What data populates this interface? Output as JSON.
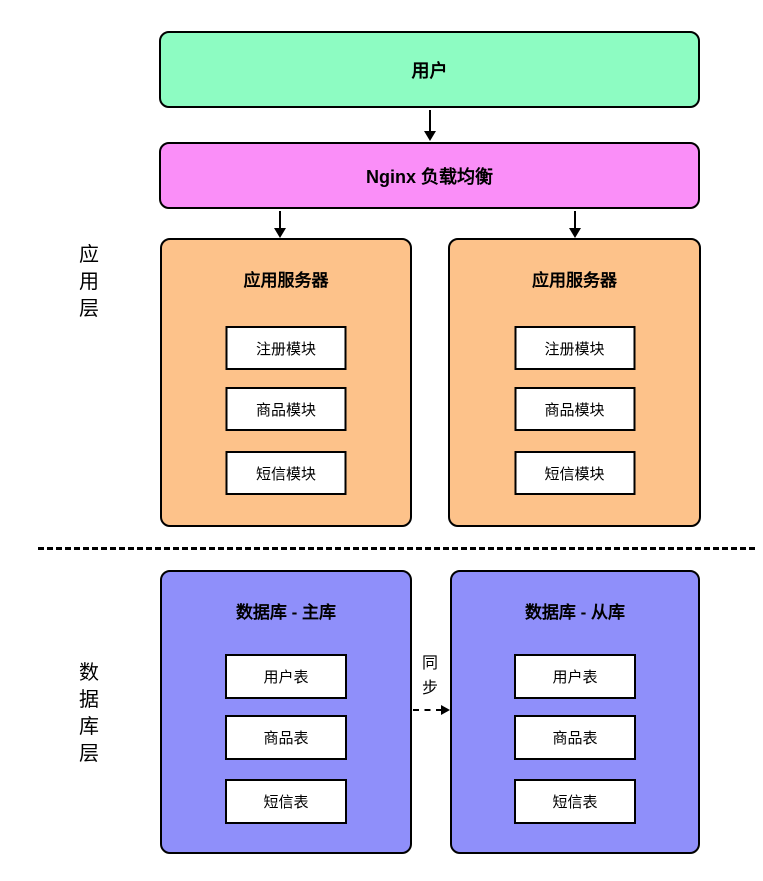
{
  "colors": {
    "user_box": "#8DFCC2",
    "nginx_box": "#FA8EF8",
    "app_box": "#FDC28A",
    "db_box": "#8F8FFA",
    "module_box": "#FFFFFF",
    "border": "#000000"
  },
  "layers": {
    "app_layer_label": "应用层",
    "db_layer_label": "数据库层"
  },
  "nodes": {
    "user": {
      "label": "用户"
    },
    "nginx": {
      "label": "Nginx 负载均衡"
    },
    "app_servers": [
      {
        "title": "应用服务器",
        "modules": [
          "注册模块",
          "商品模块",
          "短信模块"
        ]
      },
      {
        "title": "应用服务器",
        "modules": [
          "注册模块",
          "商品模块",
          "短信模块"
        ]
      }
    ],
    "databases": [
      {
        "title": "数据库 - 主库",
        "tables": [
          "用户表",
          "商品表",
          "短信表"
        ]
      },
      {
        "title": "数据库 - 从库",
        "tables": [
          "用户表",
          "商品表",
          "短信表"
        ]
      }
    ],
    "sync_label": "同步"
  }
}
